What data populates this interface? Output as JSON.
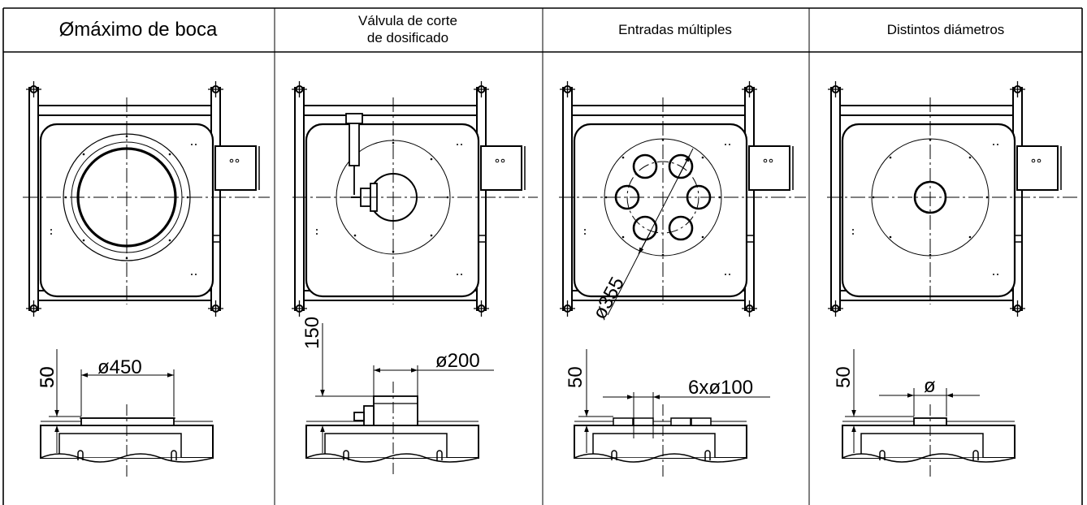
{
  "headers": {
    "col1": "Ømáximo de boca",
    "col2_line1": "Válvula de corte",
    "col2_line2": "de dosificado",
    "col3": "Entradas múltiples",
    "col4": "Distintos diámetros"
  },
  "dimensions": {
    "col1_height": "50",
    "col1_diameter": "ø450",
    "col2_height": "150",
    "col2_diameter": "ø200",
    "col3_height": "50",
    "col3_inlets": "6xø100",
    "col3_circle": "ø355",
    "col4_height": "50",
    "col4_diameter": "ø"
  }
}
